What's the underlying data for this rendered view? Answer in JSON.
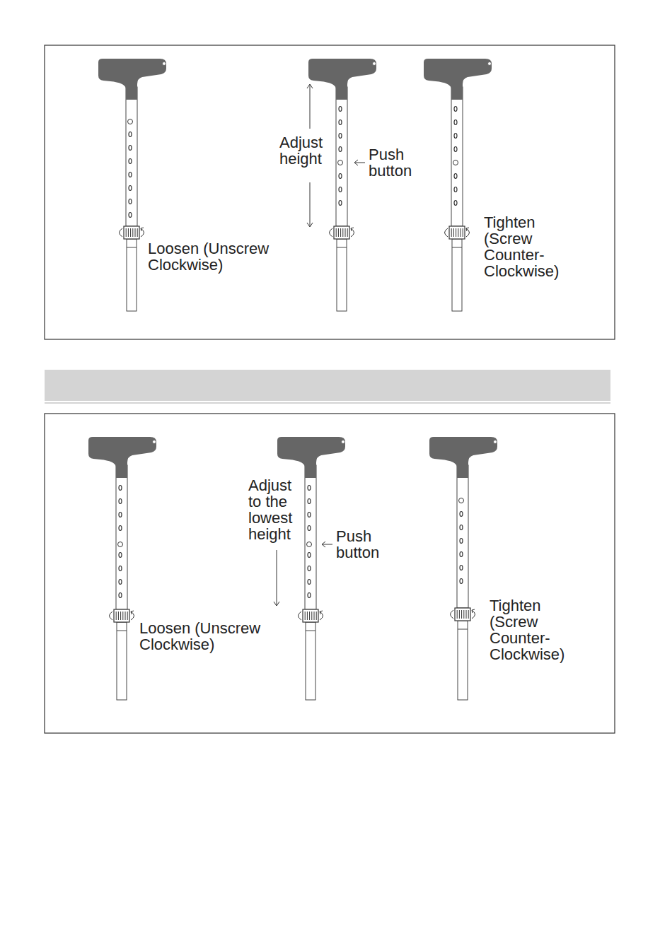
{
  "diagram": {
    "labels": [
      "Adjust height",
      "Push button",
      "Loosen (Unscrew Clockwise)",
      "Tighten (Screw Counter-Clockwise)",
      "Adjust to the lowest height",
      "Push button",
      "Loosen (Unscrew Clockwise)",
      "Tighten (Screw Counter-Clockwise)"
    ]
  }
}
